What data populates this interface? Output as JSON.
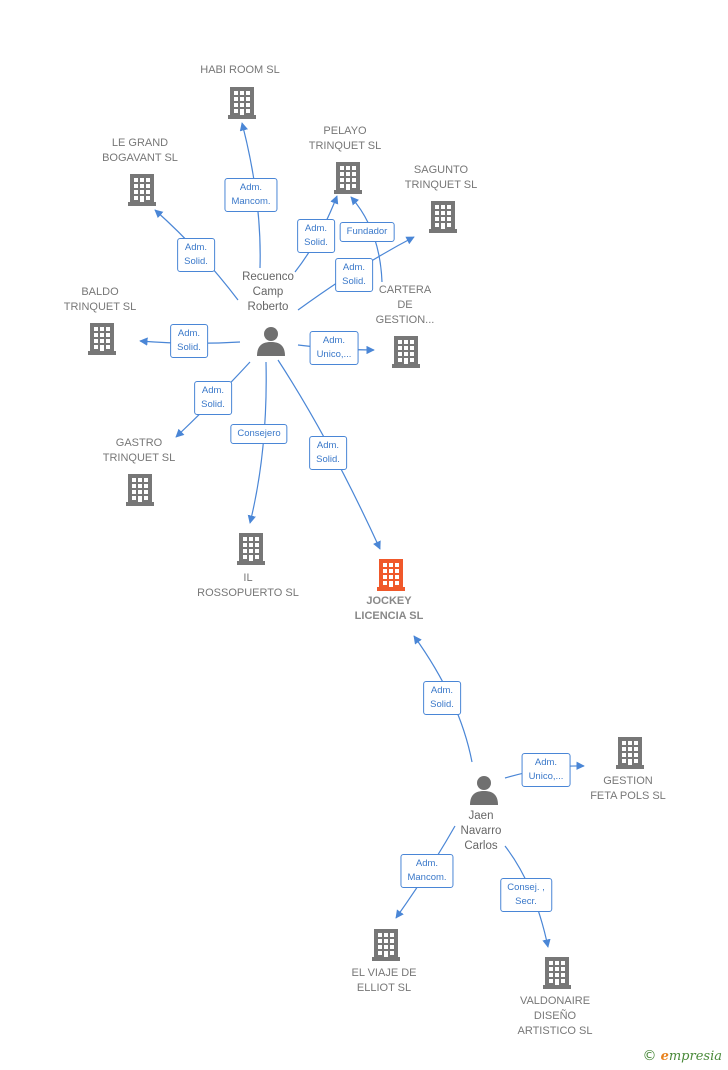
{
  "nodes": {
    "habi_room": "HABI ROOM  SL",
    "le_grand": "LE GRAND\nBOGAVANT  SL",
    "pelayo": "PELAYO\nTRINQUET  SL",
    "sagunto": "SAGUNTO\nTRINQUET  SL",
    "baldo": "BALDO\nTRINQUET  SL",
    "cartera": "CARTERA\nDE\nGESTION...",
    "gastro": "GASTRO\nTRINQUET  SL",
    "il_rosso": "IL\nROSSOPUERTO SL",
    "jockey": "JOCKEY\nLICENCIA  SL",
    "gestion_feta": "GESTION\nFETA POLS  SL",
    "el_viaje": "EL VIAJE DE\nELLIOT SL",
    "valdonaire": "VALDONAIRE\nDISEÑO\nARTISTICO  SL"
  },
  "persons": {
    "recuenco": "Recuenco\nCamp\nRoberto",
    "jaen": "Jaen\nNavarro\nCarlos"
  },
  "edges": {
    "habi": "Adm.\nMancom.",
    "legrand": "Adm.\nSolid.",
    "pelayo": "Adm.\nSolid.",
    "fundador": "Fundador",
    "sagunto": "Adm.\nSolid.",
    "baldo": "Adm.\nSolid.",
    "cartera": "Adm.\nUnico,...",
    "gastro": "Adm.\nSolid.",
    "ilrosso": "Consejero",
    "jockey1": "Adm.\nSolid.",
    "jockey2": "Adm.\nSolid.",
    "gestion": "Adm.\nUnico,...",
    "elviaje": "Adm.\nMancom.",
    "valdonaire": "Consej. ,\nSecr."
  },
  "colors": {
    "edge": "#4a86d6",
    "building": "#777777",
    "focus_building": "#f0582a",
    "person": "#707070"
  },
  "footer": {
    "copyright_symbol": "©",
    "brand_initial": "e",
    "brand_rest": "mpresia"
  }
}
